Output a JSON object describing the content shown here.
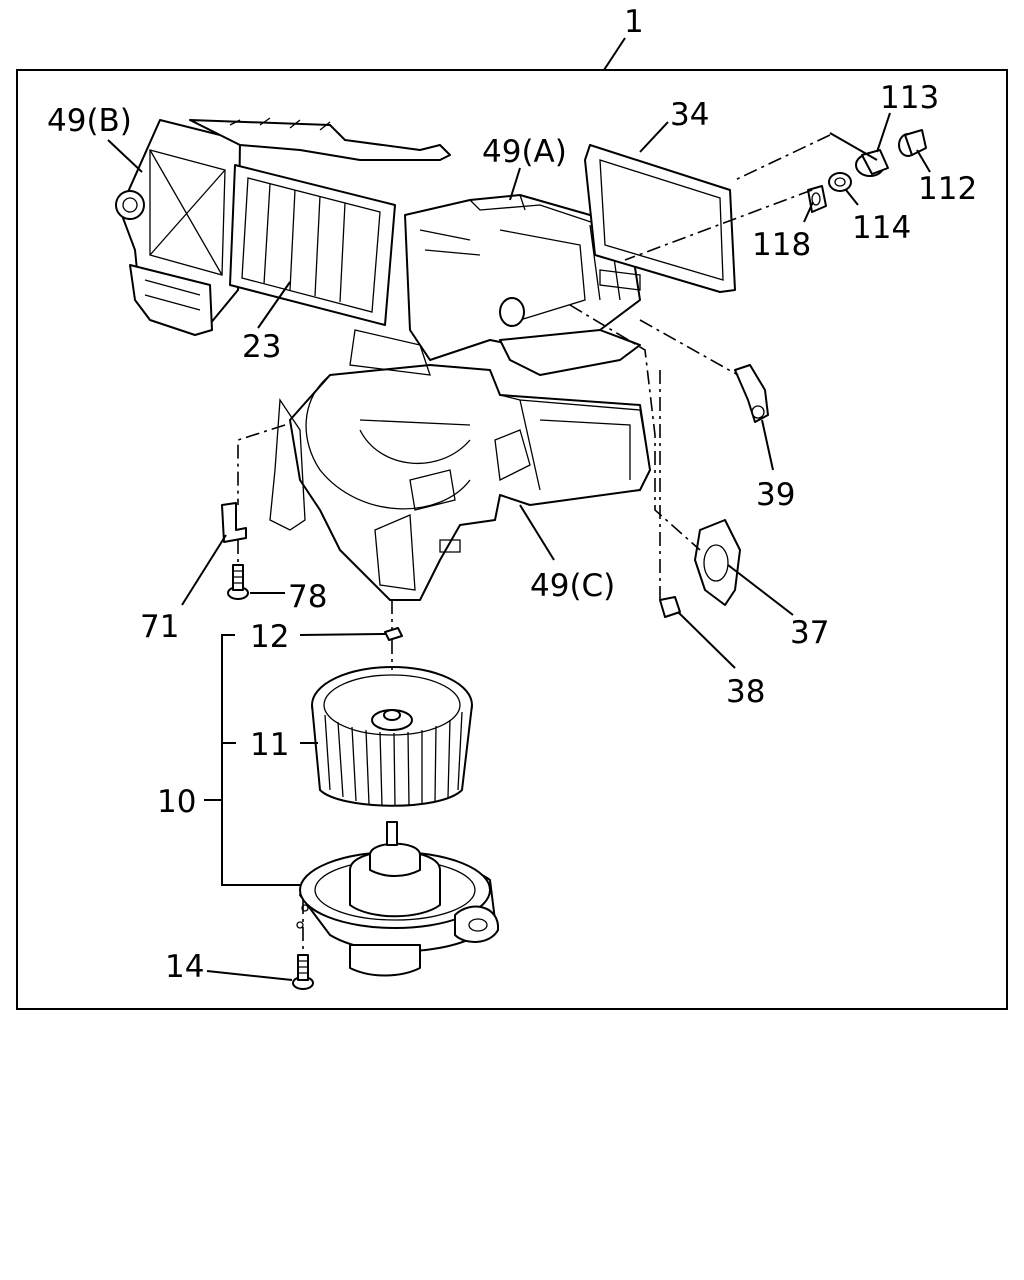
{
  "assembly_label": "1",
  "callouts": {
    "p49b": "49(B)",
    "p23": "23",
    "p49a": "49(A)",
    "p34": "34",
    "p113": "113",
    "p112": "112",
    "p118": "118",
    "p114": "114",
    "p39": "39",
    "p49c": "49(C)",
    "p37": "37",
    "p38": "38",
    "p71": "71",
    "p78": "78",
    "p12": "12",
    "p11": "11",
    "p10": "10",
    "p14": "14"
  }
}
